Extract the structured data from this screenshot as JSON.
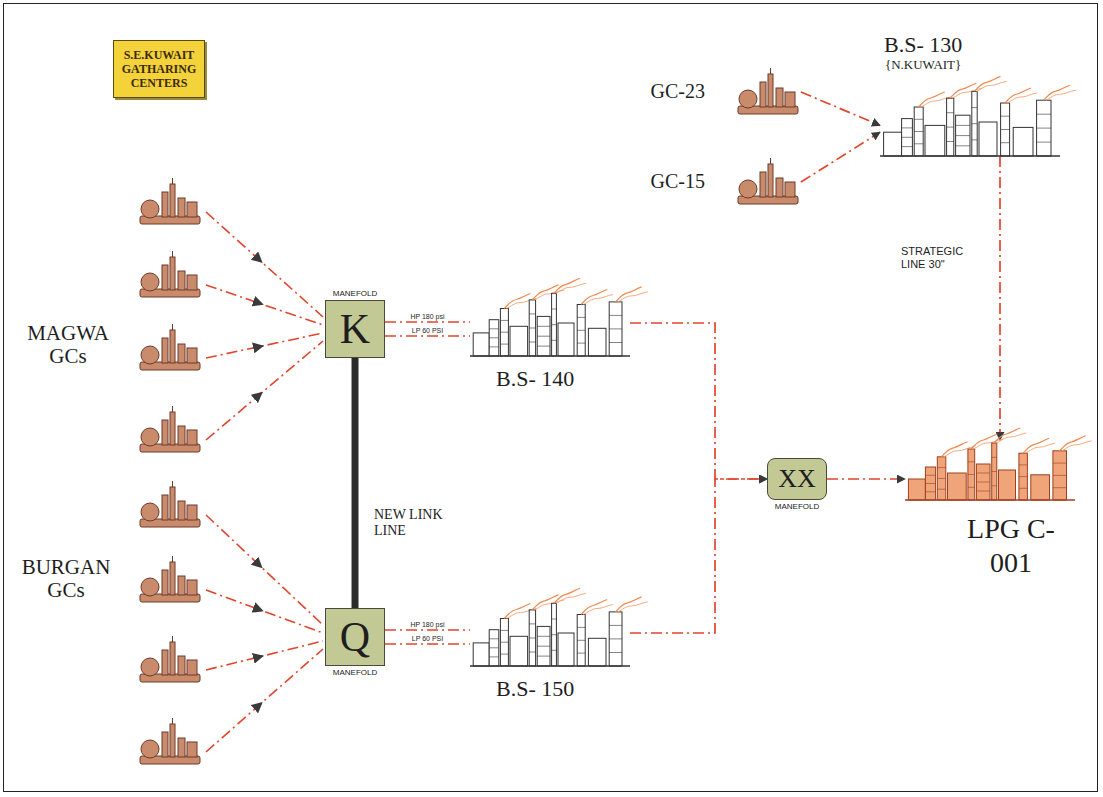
{
  "diagram": {
    "title": "S.E.KUWAIT GATHARING CENTERS",
    "nodes": [
      {
        "text": [
          "GC-23"
        ]
      },
      {
        "text": [
          "GC-15"
        ]
      },
      {
        "text": [
          "B.S- 130",
          "{N.KUWAIT}"
        ]
      },
      {
        "text": [
          "MANEFOLD",
          "K"
        ]
      },
      {
        "text": [
          "B.S- 140"
        ]
      },
      {
        "text": [
          "Q",
          "MANEFOLD"
        ]
      },
      {
        "text": [
          "B.S- 150"
        ]
      },
      {
        "text": [
          "XX",
          "MANEFOLD"
        ]
      },
      {
        "text": [
          "LPG C-001"
        ]
      }
    ],
    "edges": [
      {
        "from": 0,
        "to": 2,
        "arrow": "to"
      },
      {
        "from": 1,
        "to": 2,
        "arrow": "to"
      },
      {
        "from": 3,
        "to": 4,
        "arrow": "none",
        "label": "HP 180 psi"
      },
      {
        "from": 3,
        "to": 4,
        "arrow": "none",
        "label": "LP 60 PSI"
      },
      {
        "from": 5,
        "to": 6,
        "arrow": "none",
        "label": "HP 180 psi"
      },
      {
        "from": 5,
        "to": 6,
        "arrow": "none",
        "label": "LP 60 PSI"
      },
      {
        "from": 3,
        "to": 5,
        "arrow": "none",
        "label": "NEW LINK LINE"
      },
      {
        "from": 4,
        "to": 7,
        "arrow": "to"
      },
      {
        "from": 6,
        "to": 7,
        "arrow": "to"
      },
      {
        "from": 7,
        "to": 8,
        "arrow": "to"
      },
      {
        "from": 2,
        "to": 8,
        "arrow": "to",
        "label": "STRATEGIC LINE 30\""
      }
    ],
    "labels": [
      "MAGWA GCs",
      "BURGAN GCs"
    ]
  }
}
